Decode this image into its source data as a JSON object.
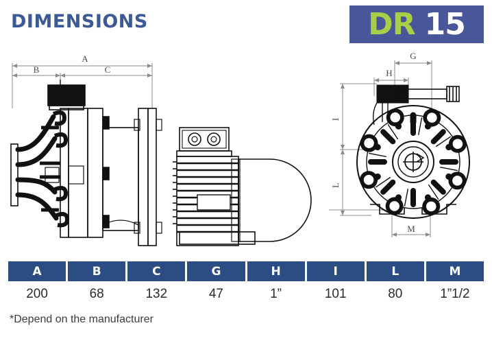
{
  "header": {
    "title": "DIMENSIONS",
    "logo_model": "DR",
    "logo_number": "15",
    "logo_bg_color": "#4a569a",
    "logo_model_color": "#a9cf48",
    "logo_number_color": "#ffffff",
    "title_color": "#3c5a96"
  },
  "drawings": {
    "side_view": {
      "name": "pump-motor-side-elevation",
      "dimension_labels": [
        "A",
        "B",
        "C"
      ]
    },
    "front_view": {
      "name": "pump-head-front-elevation",
      "dimension_labels": [
        "G",
        "H",
        "I",
        "L",
        "M"
      ]
    }
  },
  "table": {
    "header_bg_color": "#2b4d84",
    "columns": [
      "A",
      "B",
      "C",
      "G",
      "H",
      "I",
      "L",
      "M"
    ],
    "values": [
      "200",
      "68",
      "132",
      "47",
      "1”",
      "101",
      "80",
      "1”1/2"
    ]
  },
  "footnote": "*Depend on the manufacturer"
}
